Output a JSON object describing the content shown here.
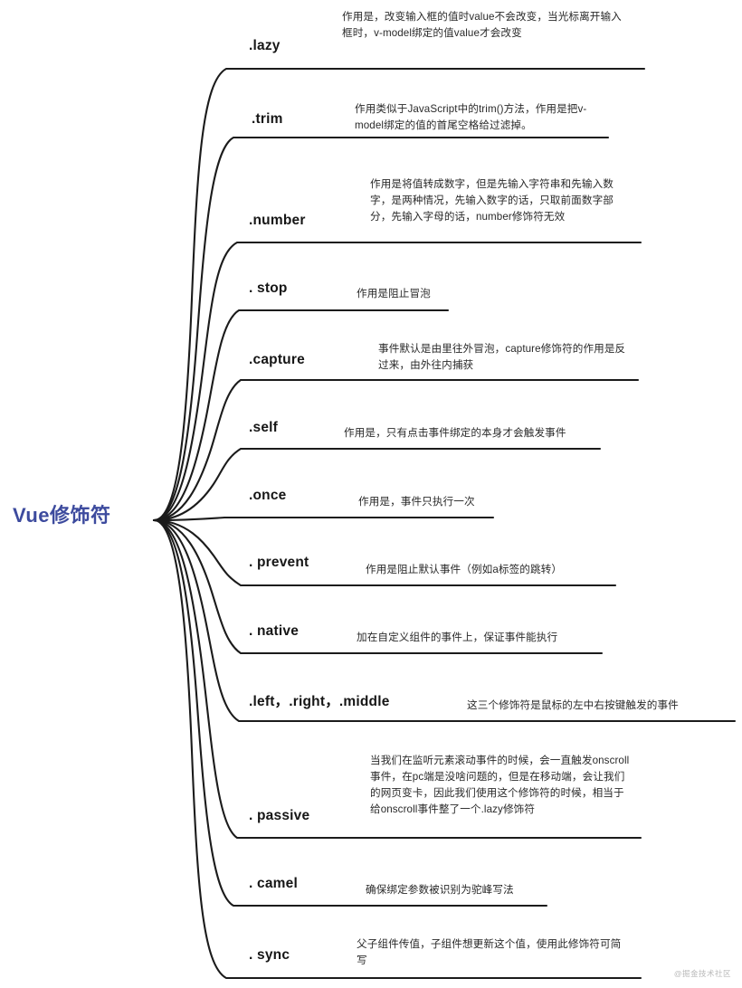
{
  "diagram": {
    "title": "Vue修饰符",
    "root_label": "Vue修饰符",
    "root_color": "#3d4b9e",
    "branch_color": "#1b1b1b",
    "watermark": "@掘金技术社区",
    "type": "mindmap",
    "branch_count": 13
  },
  "branches": [
    {
      "id": "lazy",
      "label": ".lazy",
      "desc": "作用是，改变输入框的值时value不会改变，当光标离开输入框时，v-model绑定的值value才会改变"
    },
    {
      "id": "trim",
      "label": ".trim",
      "desc": "作用类似于JavaScript中的trim()方法，作用是把v-model绑定的值的首尾空格给过滤掉。"
    },
    {
      "id": "number",
      "label": ".number",
      "desc": "作用是将值转成数字，但是先输入字符串和先输入数字，是两种情况，先输入数字的话，只取前面数字部分，先输入字母的话，number修饰符无效"
    },
    {
      "id": "stop",
      "label": ". stop",
      "desc": "作用是阻止冒泡"
    },
    {
      "id": "capture",
      "label": ".capture",
      "desc": "事件默认是由里往外冒泡，capture修饰符的作用是反过来，由外往内捕获"
    },
    {
      "id": "self",
      "label": ".self",
      "desc": "作用是，只有点击事件绑定的本身才会触发事件"
    },
    {
      "id": "once",
      "label": ".once",
      "desc": "作用是，事件只执行一次"
    },
    {
      "id": "prevent",
      "label": ". prevent",
      "desc": "作用是阻止默认事件（例如a标签的跳转）"
    },
    {
      "id": "native",
      "label": ". native",
      "desc": "加在自定义组件的事件上，保证事件能执行"
    },
    {
      "id": "mouse-buttons",
      "label": ".left，.right，.middle",
      "desc": "这三个修饰符是鼠标的左中右按键触发的事件"
    },
    {
      "id": "passive",
      "label": ". passive",
      "desc": "当我们在监听元素滚动事件的时候，会一直触发onscroll事件，在pc端是没啥问题的，但是在移动端，会让我们的网页变卡，因此我们使用这个修饰符的时候，相当于给onscroll事件整了一个.lazy修饰符"
    },
    {
      "id": "camel",
      "label": ". camel",
      "desc": "确保绑定参数被识别为驼峰写法"
    },
    {
      "id": "sync",
      "label": ". sync",
      "desc": "父子组件传值，子组件想更新这个值，使用此修饰符可简写"
    }
  ]
}
